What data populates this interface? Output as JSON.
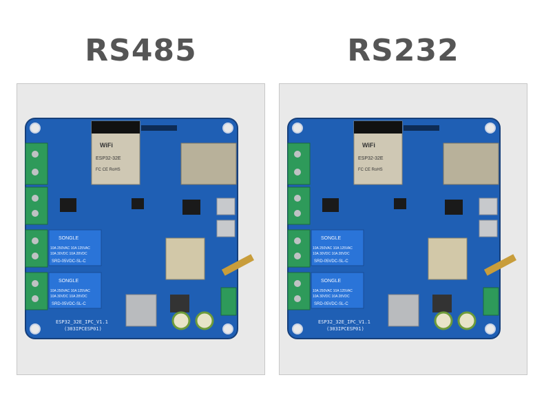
{
  "headings": {
    "left": "RS485",
    "right": "RS232"
  },
  "boards": {
    "left": {
      "model_label": "ESP32_32E_IPC_V1.1",
      "code_label": "(303IPCESP01)",
      "relay_brand": "SONGLE",
      "relay_ratings": [
        "10A 250VAC 10A 125VAC",
        "10A 30VDC 10A 28VDC"
      ],
      "relay_model": "SRD-05VDC-SL-C",
      "module_badge": "WiFi",
      "module_text": "ESP32-32E",
      "module_cert": "FC CE RoHS"
    },
    "right": {
      "model_label": "ESP32_32E_IPC_V1.1",
      "code_label": "(303IPCESP01)",
      "relay_brand": "SONGLE",
      "relay_ratings": [
        "10A 250VAC 10A 125VAC",
        "10A 30VDC 10A 28VDC"
      ],
      "relay_model": "SRD-05VDC-SL-C",
      "module_badge": "WiFi",
      "module_text": "ESP32-32E",
      "module_cert": "FC CE RoHS"
    }
  },
  "colors": {
    "pcb": "#1f5fb4",
    "pcb_dark": "#164a8f",
    "terminal": "#2e9a5a",
    "panel_bg": "#e9e9e9",
    "heading": "#555555"
  }
}
